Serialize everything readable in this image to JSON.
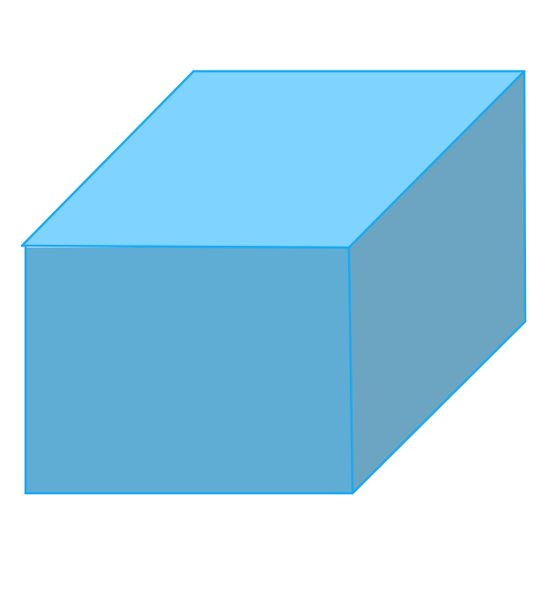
{
  "figure": {
    "type": "3d-shape",
    "shape": "rectangular-prism",
    "projection": "oblique",
    "background_color": "#ffffff",
    "edge_color": "#1aa9ef",
    "faces": {
      "top": {
        "fill": "#7fd3ff"
      },
      "front": {
        "fill": "#5fadd5"
      },
      "side": {
        "fill": "#6ca5c2"
      }
    }
  }
}
